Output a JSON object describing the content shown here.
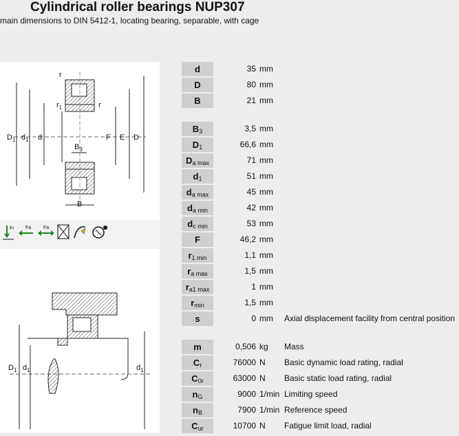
{
  "header": {
    "title": "Cylindrical roller bearings NUP307",
    "subtitle": "main dimensions to DIN 5412-1, locating bearing, separable, with cage"
  },
  "figure1": {
    "labels": {
      "r_top": "r",
      "r1": "r",
      "r1_sub": "1",
      "r_right": "r",
      "D1": "D",
      "D1_sub": "1",
      "d1": "d",
      "d1_sub": "1",
      "d": "d",
      "B3": "B",
      "B3_sub": "3",
      "F": "F",
      "E": "E",
      "D": "D",
      "B": "B"
    }
  },
  "figure2": {
    "labels": {
      "D1": "D",
      "D1_sub": "1",
      "d1_left": "d",
      "d1_left_sub": "1",
      "d1_right": "d",
      "d1_right_sub": "1"
    }
  },
  "symbols": [
    {
      "name": "radial-load-icon",
      "label": "Fr"
    },
    {
      "name": "axial-load-left-icon",
      "label": "Fa"
    },
    {
      "name": "axial-load-both-icon",
      "label": "Fa"
    },
    {
      "name": "non-separable-icon",
      "label": ""
    },
    {
      "name": "angular-misalignment-icon",
      "label": ""
    },
    {
      "name": "high-speed-icon",
      "label": ""
    }
  ],
  "table": {
    "groups": [
      [
        {
          "sym": "d",
          "sub": "",
          "value": "35",
          "unit": "mm",
          "desc": ""
        },
        {
          "sym": "D",
          "sub": "",
          "value": "80",
          "unit": "mm",
          "desc": ""
        },
        {
          "sym": "B",
          "sub": "",
          "value": "21",
          "unit": "mm",
          "desc": ""
        }
      ],
      [
        {
          "sym": "B",
          "sub": "3",
          "value": "3,5",
          "unit": "mm",
          "desc": ""
        },
        {
          "sym": "D",
          "sub": "1",
          "value": "66,6",
          "unit": "mm",
          "desc": ""
        },
        {
          "sym": "D",
          "sub": "a max",
          "value": "71",
          "unit": "mm",
          "desc": ""
        },
        {
          "sym": "d",
          "sub": "1",
          "value": "51",
          "unit": "mm",
          "desc": ""
        },
        {
          "sym": "d",
          "sub": "a max",
          "value": "45",
          "unit": "mm",
          "desc": ""
        },
        {
          "sym": "d",
          "sub": "a min",
          "value": "42",
          "unit": "mm",
          "desc": ""
        },
        {
          "sym": "d",
          "sub": "c min",
          "value": "53",
          "unit": "mm",
          "desc": ""
        },
        {
          "sym": "F",
          "sub": "",
          "value": "46,2",
          "unit": "mm",
          "desc": ""
        },
        {
          "sym": "r",
          "sub": "1 min",
          "value": "1,1",
          "unit": "mm",
          "desc": ""
        },
        {
          "sym": "r",
          "sub": "a max",
          "value": "1,5",
          "unit": "mm",
          "desc": ""
        },
        {
          "sym": "r",
          "sub": "a1 max",
          "value": "1",
          "unit": "mm",
          "desc": ""
        },
        {
          "sym": "r",
          "sub": "min",
          "value": "1,5",
          "unit": "mm",
          "desc": ""
        },
        {
          "sym": "s",
          "sub": "",
          "value": "0",
          "unit": "mm",
          "desc": "Axial displacement facility from central position"
        }
      ],
      [
        {
          "sym": "m",
          "sub": "",
          "value": "0,506",
          "unit": "kg",
          "desc": "Mass"
        },
        {
          "sym": "C",
          "sub": "r",
          "value": "76000",
          "unit": "N",
          "desc": "Basic dynamic load rating, radial"
        },
        {
          "sym": "C",
          "sub": "0r",
          "value": "63000",
          "unit": "N",
          "desc": "Basic static load rating, radial"
        },
        {
          "sym": "n",
          "sub": "G",
          "value": "9000",
          "unit": "1/min",
          "desc": "Limiting speed"
        },
        {
          "sym": "n",
          "sub": "B",
          "value": "7900",
          "unit": "1/min",
          "desc": "Reference speed"
        },
        {
          "sym": "C",
          "sub": "ur",
          "value": "10700",
          "unit": "N",
          "desc": "Fatigue limit load, radial"
        }
      ]
    ]
  }
}
